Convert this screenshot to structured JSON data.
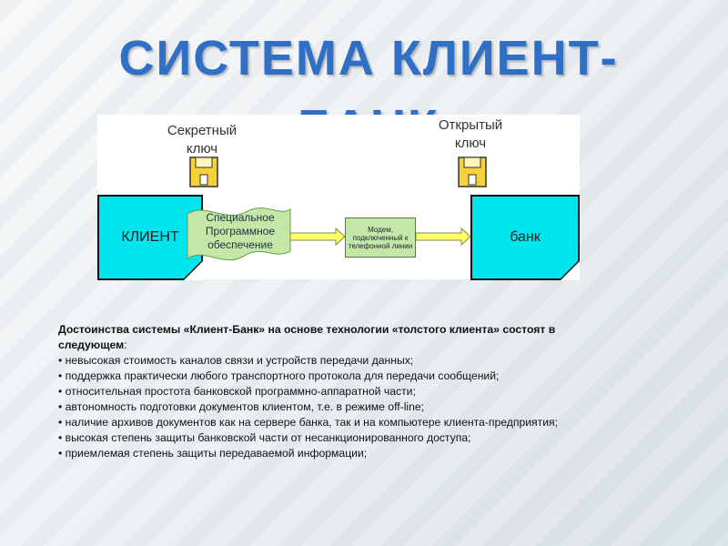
{
  "slide": {
    "title": "СИСТЕМА КЛИЕНТ-БАНК"
  },
  "diagram": {
    "secret_key": {
      "line1": "Секретный",
      "line2": "ключ"
    },
    "public_key": {
      "line1": "Открытый",
      "line2": "ключ"
    },
    "client_label": "КЛИЕНТ",
    "software_line1": "Специальное",
    "software_line2": "Программное",
    "software_line3": "обеспечение",
    "modem_text": "Модем, подключенный к телефонной линии",
    "bank_label": "банк",
    "colors": {
      "box": "#00e5ee",
      "banner": "#c3e7a6",
      "arrow": "#ffff66"
    },
    "icons": [
      "floppy-disk-icon",
      "floppy-disk-icon"
    ]
  },
  "content": {
    "lead_bold": "Достоинства системы «Клиент-Банк» на основе технологии «толстого клиента» состоят в следующем",
    "lead_colon": ":",
    "items": [
      "• невысокая стоимость каналов связи и устройств передачи данных;",
      "• поддержка практически любого транспортного протокола для передачи сообщений;",
      "• относительная простота банковской программно-аппаратной части;",
      "• автономность подготовки документов клиентом, т.е. в режиме off-line;",
      "• наличие архивов документов как на сервере банка, так и на компьютере клиента-предприятия;",
      "• высокая степень защиты банковской части от несанкционированного доступа;",
      "• приемлемая степень защиты передаваемой информации;"
    ]
  }
}
